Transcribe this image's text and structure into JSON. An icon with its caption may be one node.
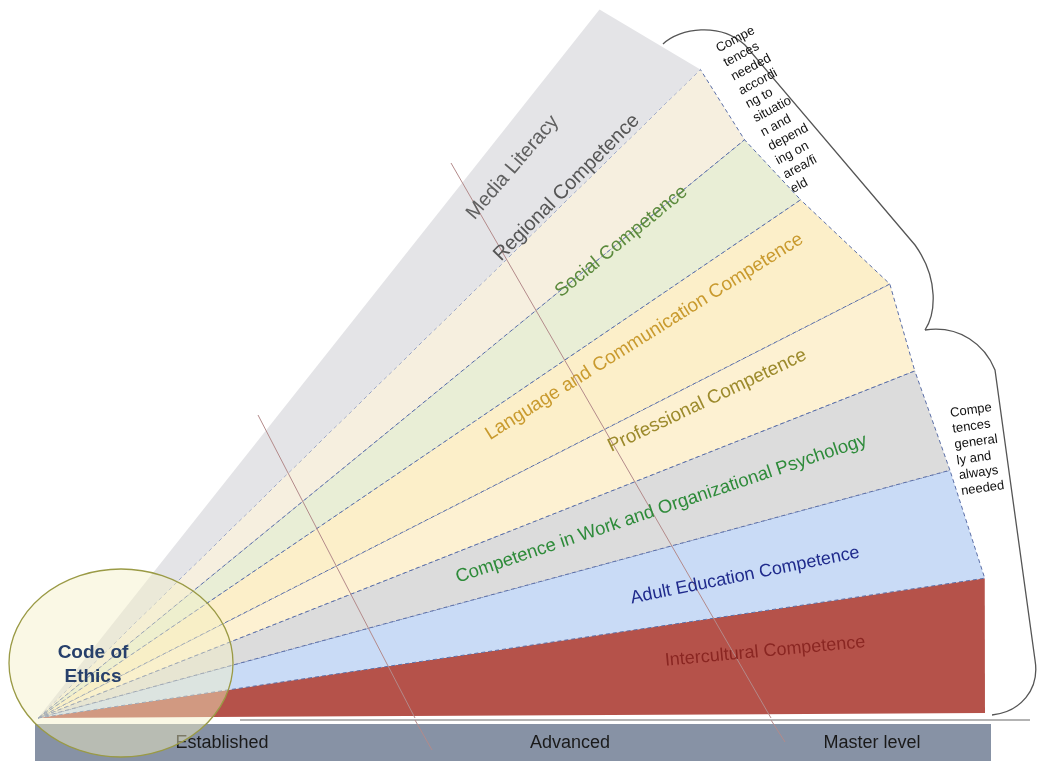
{
  "diagram": {
    "nodes": [
      {
        "text": [
          "Code of Ethics"
        ]
      },
      {
        "text": [
          "Established",
          "Advanced",
          "Master level"
        ]
      }
    ],
    "labels": [
      "Media Literacy",
      "Regional Competence",
      "Social Competence",
      "Language and Communication Competence",
      "Professional Competence",
      "Competence in Work and Organizational Psychology",
      "Adult Education Competence",
      "Intercultural Competence",
      "Compe tences needed accordi ng to situatio n and depend ing on area/fi eld",
      "Compe tences general ly and always needed"
    ]
  }
}
